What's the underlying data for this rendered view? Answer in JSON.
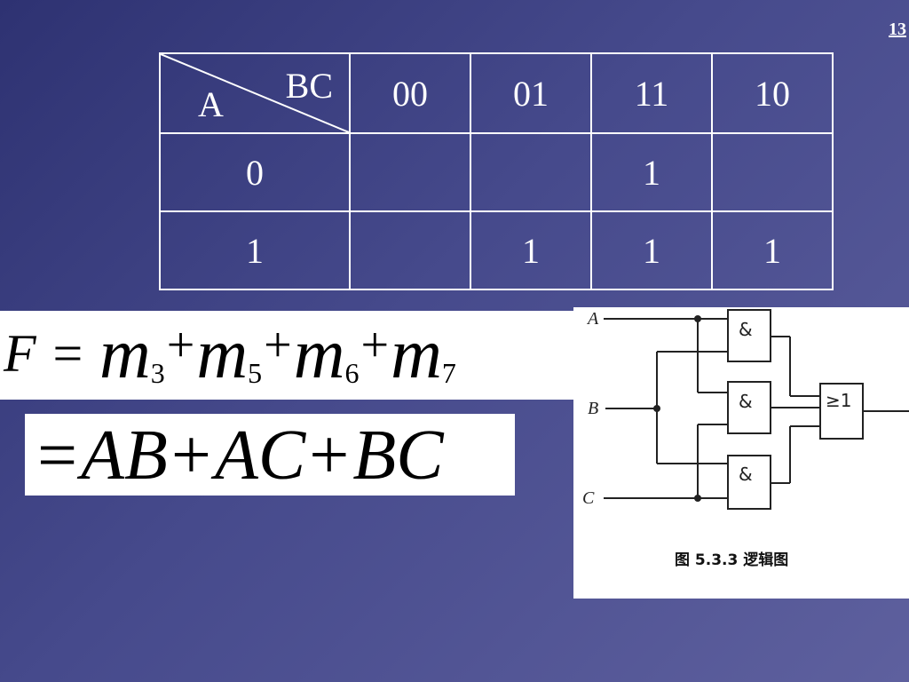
{
  "page_number": "13",
  "kmap": {
    "row_var": "A",
    "col_var": "BC",
    "columns": [
      "00",
      "01",
      "11",
      "10"
    ],
    "rows": [
      {
        "label": "0",
        "cells": [
          "",
          "",
          "1",
          ""
        ]
      },
      {
        "label": "1",
        "cells": [
          "",
          "1",
          "1",
          "1"
        ]
      }
    ]
  },
  "formula1": {
    "lhs": "F =",
    "terms": [
      {
        "base": "m",
        "sub": "3"
      },
      {
        "base": "m",
        "sub": "5"
      },
      {
        "base": "m",
        "sub": "6"
      },
      {
        "base": "m",
        "sub": "7"
      }
    ],
    "operator": "+"
  },
  "formula2": {
    "equals": "=",
    "terms": [
      "AB",
      "AC",
      "BC"
    ],
    "operator": "+"
  },
  "logic_diagram": {
    "inputs": [
      "A",
      "B",
      "C"
    ],
    "and_gate_symbol": "&",
    "or_gate_symbol": "≥1",
    "caption": "图 5.3.3   逻辑图"
  }
}
